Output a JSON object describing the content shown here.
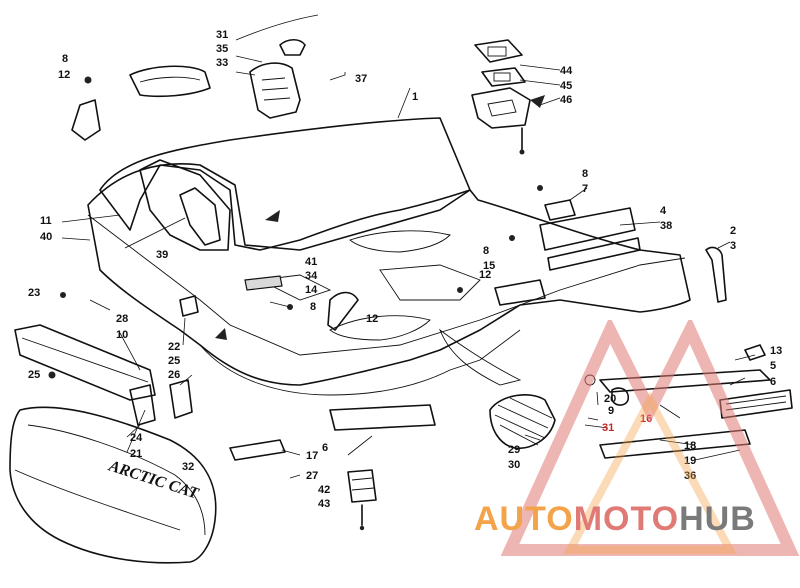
{
  "labels": [
    {
      "id": "l1",
      "text": "1"
    },
    {
      "id": "l2",
      "text": "2"
    },
    {
      "id": "l3",
      "text": "3"
    },
    {
      "id": "l4",
      "text": "4"
    },
    {
      "id": "l5",
      "text": "5"
    },
    {
      "id": "l6a",
      "text": "6"
    },
    {
      "id": "l6b",
      "text": "6"
    },
    {
      "id": "l7",
      "text": "7"
    },
    {
      "id": "l8a",
      "text": "8"
    },
    {
      "id": "l8b",
      "text": "8"
    },
    {
      "id": "l8c",
      "text": "8"
    },
    {
      "id": "l8d",
      "text": "8"
    },
    {
      "id": "l9",
      "text": "9"
    },
    {
      "id": "l10",
      "text": "10"
    },
    {
      "id": "l11",
      "text": "11"
    },
    {
      "id": "l12a",
      "text": "12"
    },
    {
      "id": "l12b",
      "text": "12"
    },
    {
      "id": "l12c",
      "text": "12"
    },
    {
      "id": "l13",
      "text": "13"
    },
    {
      "id": "l14",
      "text": "14"
    },
    {
      "id": "l15",
      "text": "15"
    },
    {
      "id": "l16",
      "text": "16"
    },
    {
      "id": "l17",
      "text": "17"
    },
    {
      "id": "l18",
      "text": "18"
    },
    {
      "id": "l19",
      "text": "19"
    },
    {
      "id": "l20",
      "text": "20"
    },
    {
      "id": "l21",
      "text": "21"
    },
    {
      "id": "l22",
      "text": "22"
    },
    {
      "id": "l23",
      "text": "23"
    },
    {
      "id": "l24",
      "text": "24"
    },
    {
      "id": "l25a",
      "text": "25"
    },
    {
      "id": "l25b",
      "text": "25"
    },
    {
      "id": "l26",
      "text": "26"
    },
    {
      "id": "l27",
      "text": "27"
    },
    {
      "id": "l28",
      "text": "28"
    },
    {
      "id": "l29",
      "text": "29"
    },
    {
      "id": "l30",
      "text": "30"
    },
    {
      "id": "l31a",
      "text": "31"
    },
    {
      "id": "l31b",
      "text": "31"
    },
    {
      "id": "l32",
      "text": "32"
    },
    {
      "id": "l33",
      "text": "33"
    },
    {
      "id": "l34",
      "text": "34"
    },
    {
      "id": "l35",
      "text": "35"
    },
    {
      "id": "l36",
      "text": "36"
    },
    {
      "id": "l37",
      "text": "37"
    },
    {
      "id": "l38",
      "text": "38"
    },
    {
      "id": "l39",
      "text": "39"
    },
    {
      "id": "l40",
      "text": "40"
    },
    {
      "id": "l41",
      "text": "41"
    },
    {
      "id": "l42",
      "text": "42"
    },
    {
      "id": "l43",
      "text": "43"
    },
    {
      "id": "l44",
      "text": "44"
    },
    {
      "id": "l45",
      "text": "45"
    },
    {
      "id": "l46",
      "text": "46"
    }
  ],
  "logo_text": "ARCTIC CAT",
  "watermark": {
    "part1": "AUTO",
    "part2": "MOTO",
    "part3": "HUB"
  },
  "colors": {
    "ink": "#111111",
    "watermark_orange": "#f3a34a",
    "watermark_red": "#e07a74",
    "watermark_gray": "#7a7a7a"
  }
}
